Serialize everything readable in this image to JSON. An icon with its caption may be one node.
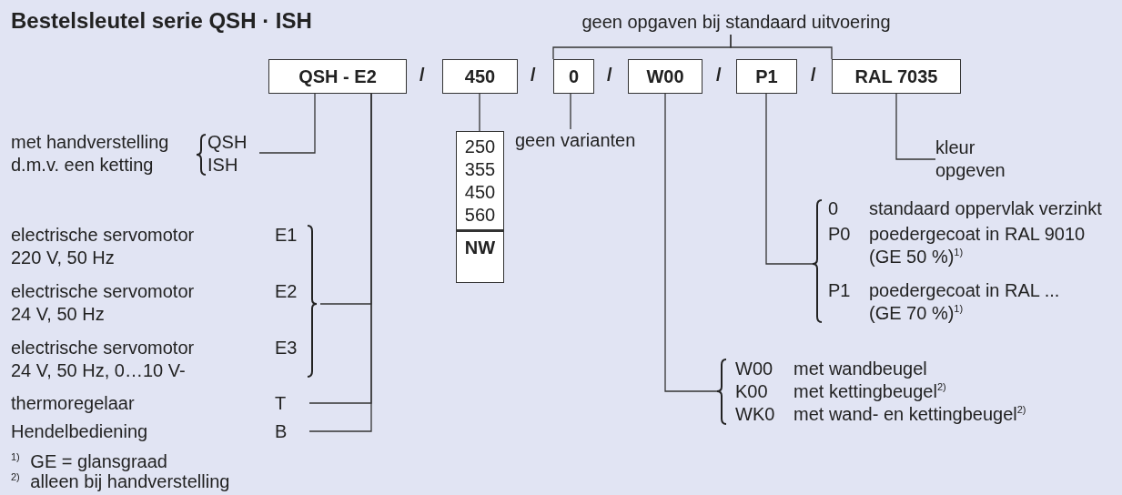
{
  "diagram": {
    "title": "Bestelsleutel serie QSH · ISH",
    "nodes": [
      {
        "text": [
          "QSH - E2"
        ]
      },
      {
        "text": [
          "450"
        ]
      },
      {
        "text": [
          "0"
        ]
      },
      {
        "text": [
          "W00"
        ]
      },
      {
        "text": [
          "P1"
        ]
      },
      {
        "text": [
          "RAL 7035"
        ]
      },
      {
        "text": [
          "250",
          "355",
          "450",
          "560",
          "NW"
        ]
      },
      {
        "text": [
          "geen opgaven bij standaard uitvoering"
        ]
      },
      {
        "text": [
          "geen varianten"
        ]
      },
      {
        "text": [
          "kleur opgeven"
        ]
      },
      {
        "text": [
          "met handverstelling d.m.v. een ketting",
          "QSH",
          "ISH"
        ]
      },
      {
        "text": [
          "electrische servomotor 220 V, 50 Hz",
          "E1",
          "electrische servomotor 24 V, 50 Hz",
          "E2",
          "electrische servomotor 24 V, 50 Hz, 0…10 V-",
          "E3"
        ]
      },
      {
        "text": [
          "thermoregelaar",
          "T"
        ]
      },
      {
        "text": [
          "Hendelbediening",
          "B"
        ]
      },
      {
        "text": [
          "0",
          "standaard oppervlak verzinkt",
          "P0",
          "poedergecoat in RAL 9010 (GE 50 %)$^{1)}$",
          "P1",
          "poedergecoat in RAL ... (GE 70 %)$^{1)}$"
        ]
      },
      {
        "text": [
          "W00",
          "met wandbeugel",
          "K00",
          "met kettingbeugel$^{2)}$",
          "WK0",
          "met wand- en kettingbeugel$^{2)}$"
        ]
      }
    ],
    "edges": [
      {
        "from": 7,
        "to": 2,
        "arrow": "none"
      },
      {
        "from": 7,
        "to": 5,
        "arrow": "none"
      },
      {
        "from": 2,
        "to": 8,
        "arrow": "none"
      },
      {
        "from": 5,
        "to": 9,
        "arrow": "none"
      },
      {
        "from": 0,
        "to": 10,
        "arrow": "none"
      },
      {
        "from": 1,
        "to": 6,
        "arrow": "none"
      },
      {
        "from": 0,
        "to": 11,
        "arrow": "none"
      },
      {
        "from": 0,
        "to": 12,
        "arrow": "none"
      },
      {
        "from": 0,
        "to": 13,
        "arrow": "none"
      },
      {
        "from": 4,
        "to": 14,
        "arrow": "none"
      },
      {
        "from": 3,
        "to": 15,
        "arrow": "none"
      }
    ],
    "labels": [
      "/",
      "/",
      "/",
      "/",
      "/",
      "$^{1)}$ GE = glansgraad",
      "$^{2)}$ alleen bij handverstelling"
    ]
  }
}
